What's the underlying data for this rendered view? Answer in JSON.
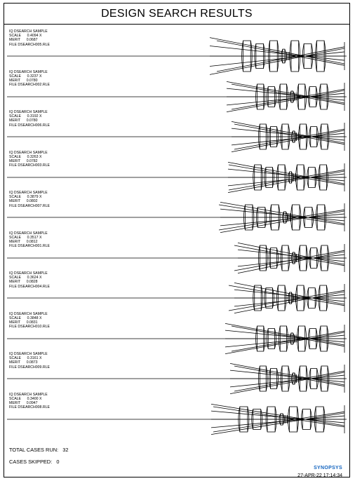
{
  "title": "DESIGN SEARCH RESULTS",
  "labels": {
    "scale_prefix": "SCALE",
    "merit_prefix": "MERIT",
    "file_prefix": "FILE"
  },
  "results": [
    {
      "name": "IQ DSEARCH SAMPLE",
      "scale": "0.4094 X",
      "merit": "0.0687",
      "file": "DSEARCH005.RLE"
    },
    {
      "name": "IQ DSEARCH SAMPLE",
      "scale": "0.3237 X",
      "merit": "0.0780",
      "file": "DSEARCH002.RLE"
    },
    {
      "name": "IQ DSEARCH SAMPLE",
      "scale": "0.3192 X",
      "merit": "0.0780",
      "file": "DSEARCH006.RLE"
    },
    {
      "name": "IQ DSEARCH SAMPLE",
      "scale": "0.3263 X",
      "merit": "0.0782",
      "file": "DSEARCH003.RLE"
    },
    {
      "name": "IQ DSEARCH SAMPLE",
      "scale": "0.3879 X",
      "merit": "0.0802",
      "file": "DSEARCH007.RLE"
    },
    {
      "name": "IQ DSEARCH SAMPLE",
      "scale": "0.3517 X",
      "merit": "0.0812",
      "file": "DSEARCH001.RLE"
    },
    {
      "name": "IQ DSEARCH SAMPLE",
      "scale": "0.3624 X",
      "merit": "0.0828",
      "file": "DSEARCH004.RLE"
    },
    {
      "name": "IQ DSEARCH SAMPLE",
      "scale": "0.3848 X",
      "merit": "0.0831",
      "file": "DSEARCH010.RLE"
    },
    {
      "name": "IQ DSEARCH SAMPLE",
      "scale": "0.3161 X",
      "merit": "0.0873",
      "file": "DSEARCH009.RLE"
    },
    {
      "name": "IQ DSEARCH SAMPLE",
      "scale": "0.3400 X",
      "merit": "0.0947",
      "file": "DSEARCH008.RLE"
    }
  ],
  "footer": {
    "total_cases": "TOTAL CASES RUN:   32",
    "cases_skipped": "CASES SKIPPED:   0",
    "brand": "SYNOPSYS",
    "datetime": "27-APR-22  17:14:34"
  },
  "colors": {
    "line": "#000000",
    "brand": "#1565c0"
  }
}
